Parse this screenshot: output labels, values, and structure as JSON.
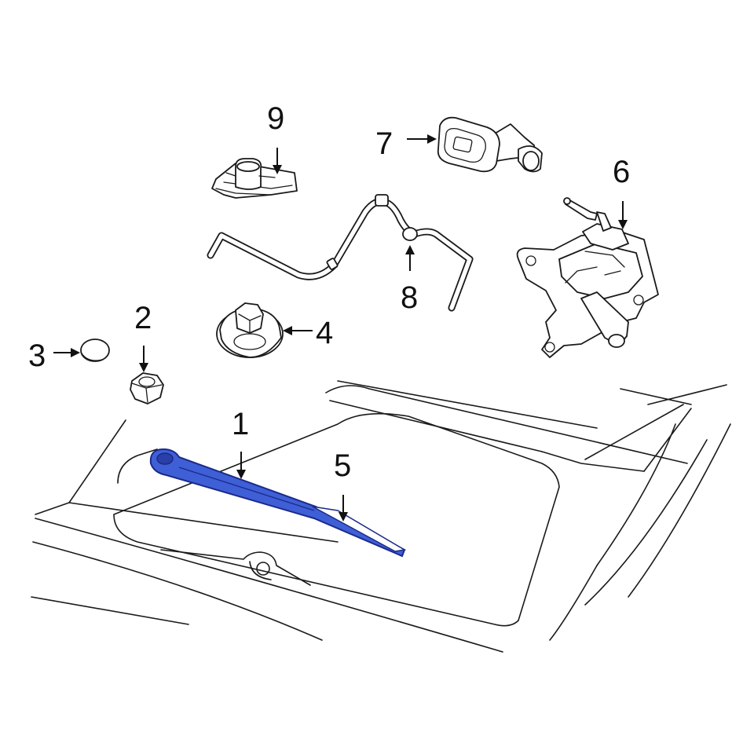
{
  "colors": {
    "highlight_fill": "#3f5fd6",
    "highlight_stroke": "#1a2a8a",
    "line": "#1a1a1a",
    "background": "#ffffff"
  },
  "callouts": [
    {
      "id": "1",
      "label": "1"
    },
    {
      "id": "2",
      "label": "2"
    },
    {
      "id": "3",
      "label": "3"
    },
    {
      "id": "4",
      "label": "4"
    },
    {
      "id": "5",
      "label": "5"
    },
    {
      "id": "6",
      "label": "6"
    },
    {
      "id": "7",
      "label": "7"
    },
    {
      "id": "8",
      "label": "8"
    },
    {
      "id": "9",
      "label": "9"
    }
  ],
  "highlighted_callouts": [
    "1",
    "5"
  ]
}
